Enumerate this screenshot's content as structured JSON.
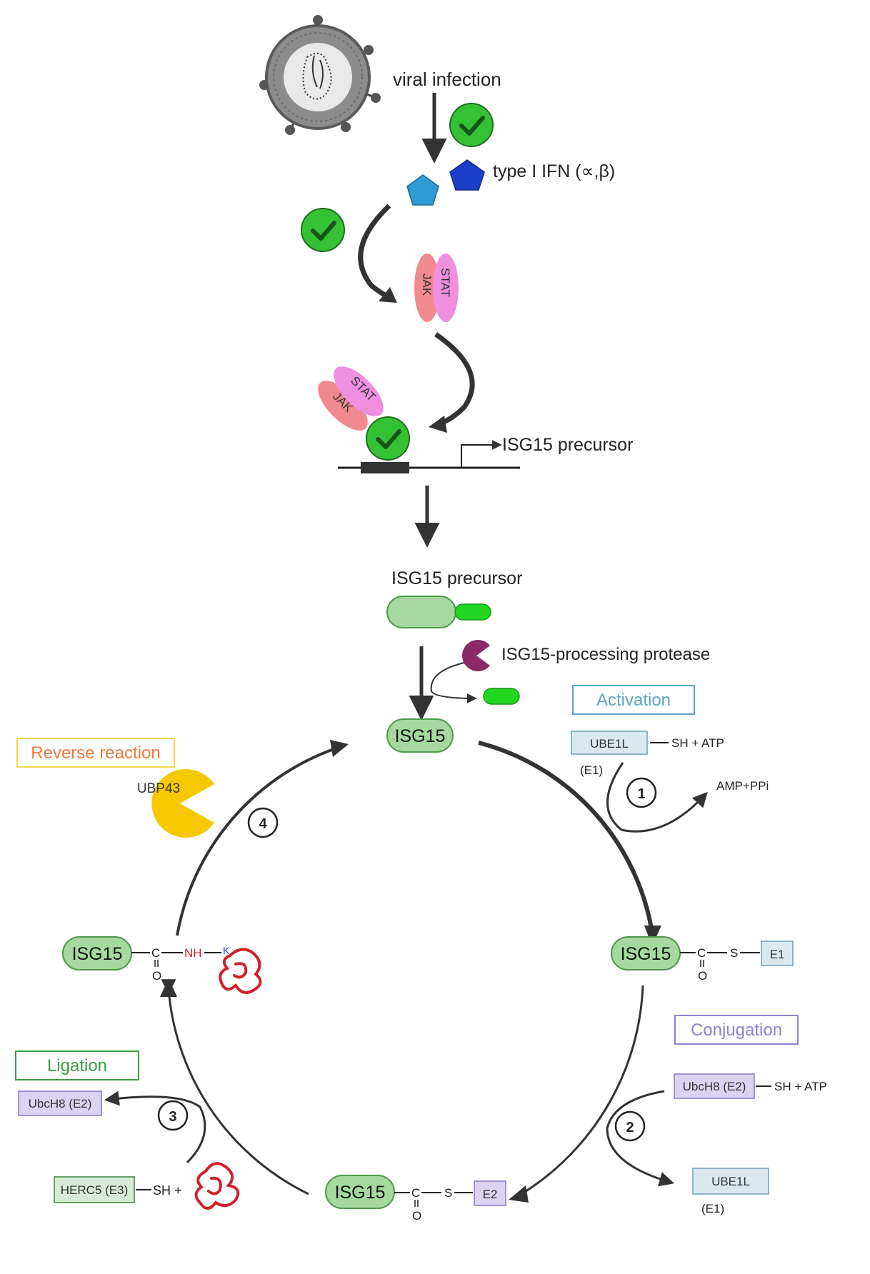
{
  "colors": {
    "isg15_fill": "#a6d9a0",
    "isg15_stroke": "#4e9a4b",
    "cleaved_green": "#22d622",
    "check_green": "#34c234",
    "ifn_light": "#2f9ad3",
    "ifn_dark": "#1b3fc9",
    "jak": "#f08a90",
    "stat": "#ee8fe0",
    "protease": "#8a2a66",
    "ubp43": "#f6c800",
    "e1_box": "#dbe9ee",
    "e1_stroke": "#6f9fb5",
    "e2_box": "#dcd2f2",
    "e2_stroke": "#8a78c8",
    "e3_box": "#d6ecd6",
    "e3_stroke": "#3e7f3e",
    "activation": "#5ea3c3",
    "conjugation": "#8f7fd6",
    "ligation": "#3e9a45",
    "reverse": "#f07a3c",
    "reverse_border": "#f3d64a",
    "substrate": "#d0212b",
    "nh": "#d0212b",
    "lysine": "#2a3bd0"
  },
  "top": {
    "viral_infection": "viral infection",
    "type1_ifn": "type I IFN (∝,β)",
    "jak": "JAK",
    "stat": "STAT",
    "isg15_precursor_gene": "ISG15 precursor",
    "isg15_precursor": "ISG15 precursor",
    "protease": "ISG15-processing protease"
  },
  "cycle": {
    "center_isg15": "ISG15",
    "activation": "Activation",
    "ube1l": "UBE1L",
    "sh_atp_1": "SH + ATP",
    "e1_label_1": "(E1)",
    "step1": "1",
    "amp_ppi": "AMP+PPi",
    "isg15_e1": "ISG15",
    "c": "C",
    "o": "O",
    "s": "S",
    "e1": "E1",
    "conjugation": "Conjugation",
    "ubch8": "UbcH8 (E2)",
    "sh_atp_2": "SH + ATP",
    "step2": "2",
    "ube1l_out": "UBE1L",
    "e1_label_2": "(E1)",
    "isg15_e2": "ISG15",
    "e2": "E2",
    "ligation": "Ligation",
    "ubch8_out": "UbcH8 (E2)",
    "step3": "3",
    "herc5": "HERC5 (E3)",
    "sh_plus": "SH +",
    "isg15_sub": "ISG15",
    "nh": "NH",
    "k": "K",
    "reverse": "Reverse reaction",
    "ubp43": "UBP43",
    "step4": "4"
  }
}
